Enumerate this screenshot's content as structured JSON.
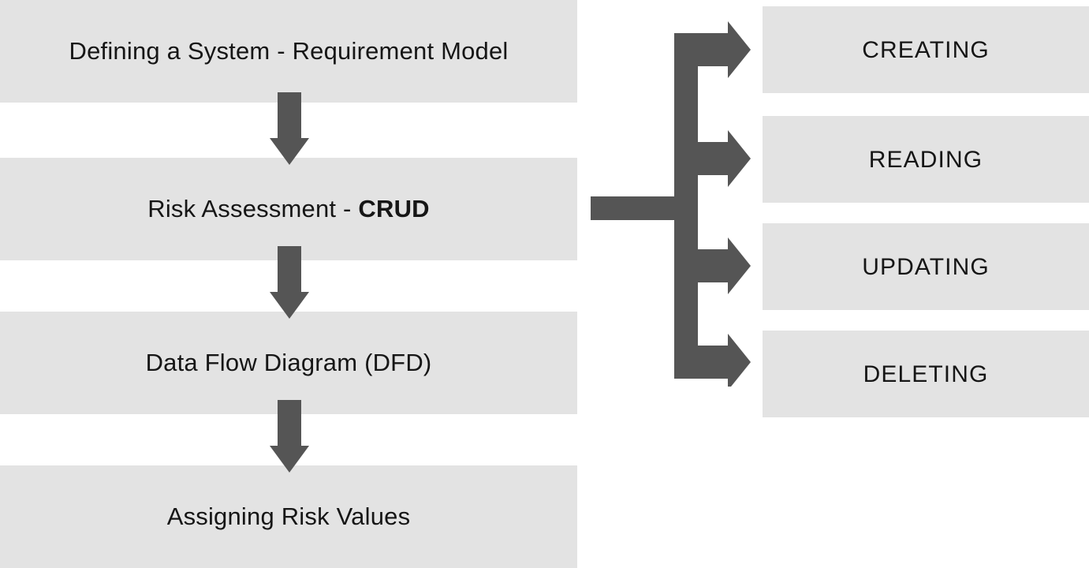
{
  "diagram": {
    "title": "Risk assessment process flow with CRUD operations",
    "colors": {
      "box_fill": "#e3e3e3",
      "arrow": "#555555",
      "text": "#161616",
      "background": "#ffffff"
    },
    "flow_steps": [
      {
        "id": "step-1",
        "label": "Defining a System - Requirement Model"
      },
      {
        "id": "step-2",
        "label_prefix": "Risk Assessment - ",
        "label_bold": "CRUD",
        "label": "Risk Assessment - CRUD"
      },
      {
        "id": "step-3",
        "label": "Data Flow Diagram (DFD)"
      },
      {
        "id": "step-4",
        "label": "Assigning Risk Values"
      }
    ],
    "crud_operations": [
      {
        "id": "crud-create",
        "label": "CREATING"
      },
      {
        "id": "crud-read",
        "label": "READING"
      },
      {
        "id": "crud-update",
        "label": "UPDATING"
      },
      {
        "id": "crud-delete",
        "label": "DELETING"
      }
    ],
    "connectors": {
      "down_arrows": [
        {
          "id": "arrow-step1-step2",
          "direction": "down"
        },
        {
          "id": "arrow-step2-step3",
          "direction": "down"
        },
        {
          "id": "arrow-step3-step4",
          "direction": "down"
        }
      ],
      "branch": {
        "id": "crud-branch-arrow",
        "direction": "right",
        "branch_count": 4,
        "source": "Risk Assessment - CRUD"
      }
    }
  }
}
